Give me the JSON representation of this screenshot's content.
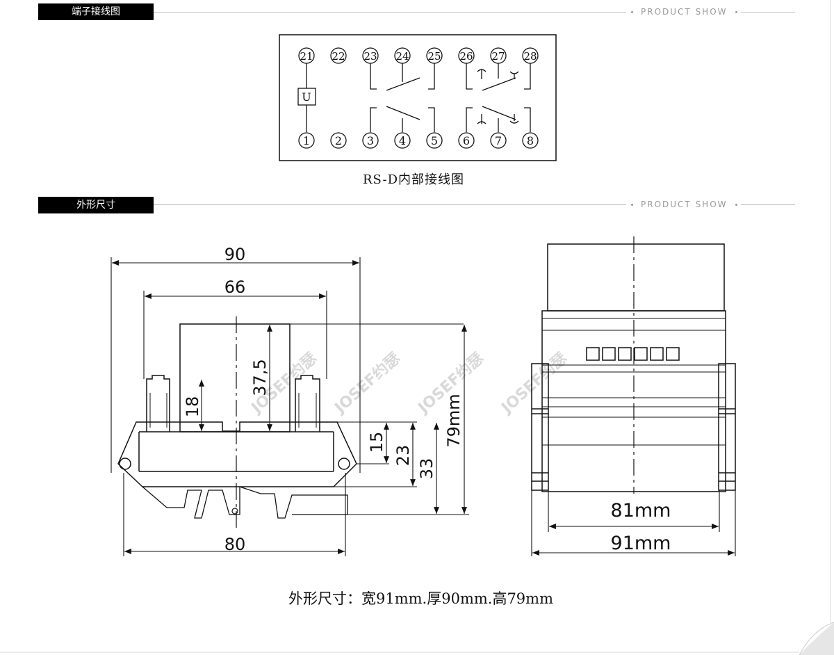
{
  "sections": [
    {
      "title": "端子接线图",
      "tag": "PRODUCT SHOW"
    },
    {
      "title": "外形尺寸",
      "tag": "PRODUCT SHOW"
    }
  ],
  "wiring": {
    "top_terminals": [
      "21",
      "22",
      "23",
      "24",
      "25",
      "26",
      "27",
      "28"
    ],
    "bottom_terminals": [
      "1",
      "2",
      "3",
      "4",
      "5",
      "6",
      "7",
      "8"
    ],
    "coil_label": "U",
    "caption": "RS-D内部接线图"
  },
  "front_view": {
    "dim_90": "90",
    "dim_66": "66",
    "dim_37_5": "37,5",
    "dim_18": "18",
    "dim_15": "15",
    "dim_23": "23",
    "dim_33": "33",
    "dim_79": "79mm",
    "dim_80": "80"
  },
  "side_view": {
    "dim_81": "81mm",
    "dim_91": "91mm"
  },
  "watermarks": [
    "JOSEF约瑟",
    "JOSEF约瑟",
    "JOSEF约瑟",
    "JOSEF约瑟"
  ],
  "footer": "外形尺寸：宽91mm.厚90mm.高79mm"
}
